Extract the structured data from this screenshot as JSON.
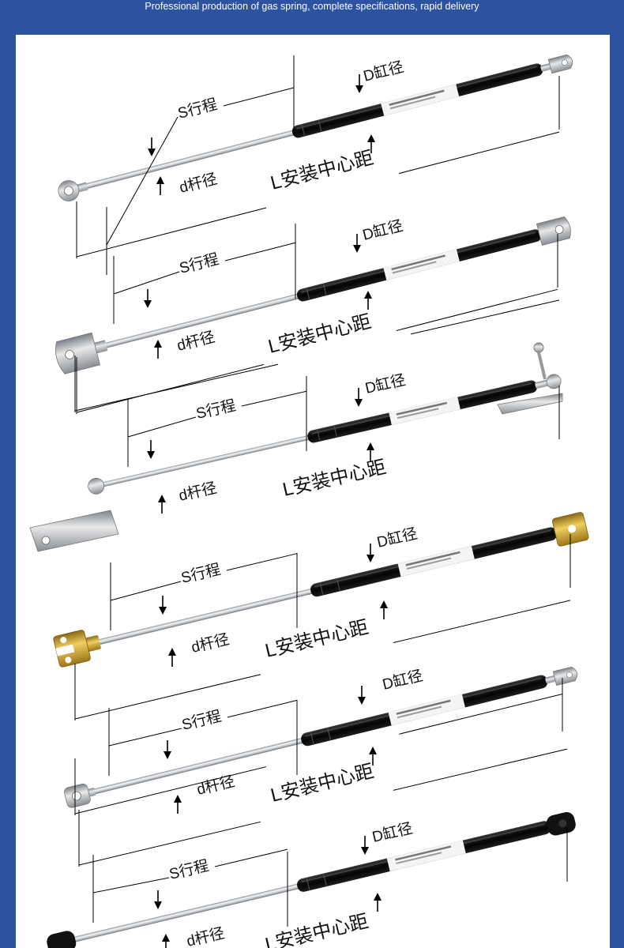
{
  "header": {
    "tagline": "Professional production of gas spring, complete specifications, rapid delivery"
  },
  "colors": {
    "banner": "#2d52a0",
    "panel": "#ffffff",
    "cylinder": "#0c0c0c",
    "rod": "#b8bcc0",
    "brass": "#c9a12a"
  },
  "labels": {
    "stroke": "S行程",
    "tube_dia": "D缸径",
    "rod_dia": "d杆径",
    "center_dist": "L安装中心距"
  },
  "springs": [
    {
      "end_fitting": "eyelet"
    },
    {
      "end_fitting": "bracket-eyelet"
    },
    {
      "end_fitting": "ball-joint-bracket"
    },
    {
      "end_fitting": "brass-clevis"
    },
    {
      "end_fitting": "square-eyelet"
    },
    {
      "end_fitting": "plastic-socket"
    }
  ]
}
